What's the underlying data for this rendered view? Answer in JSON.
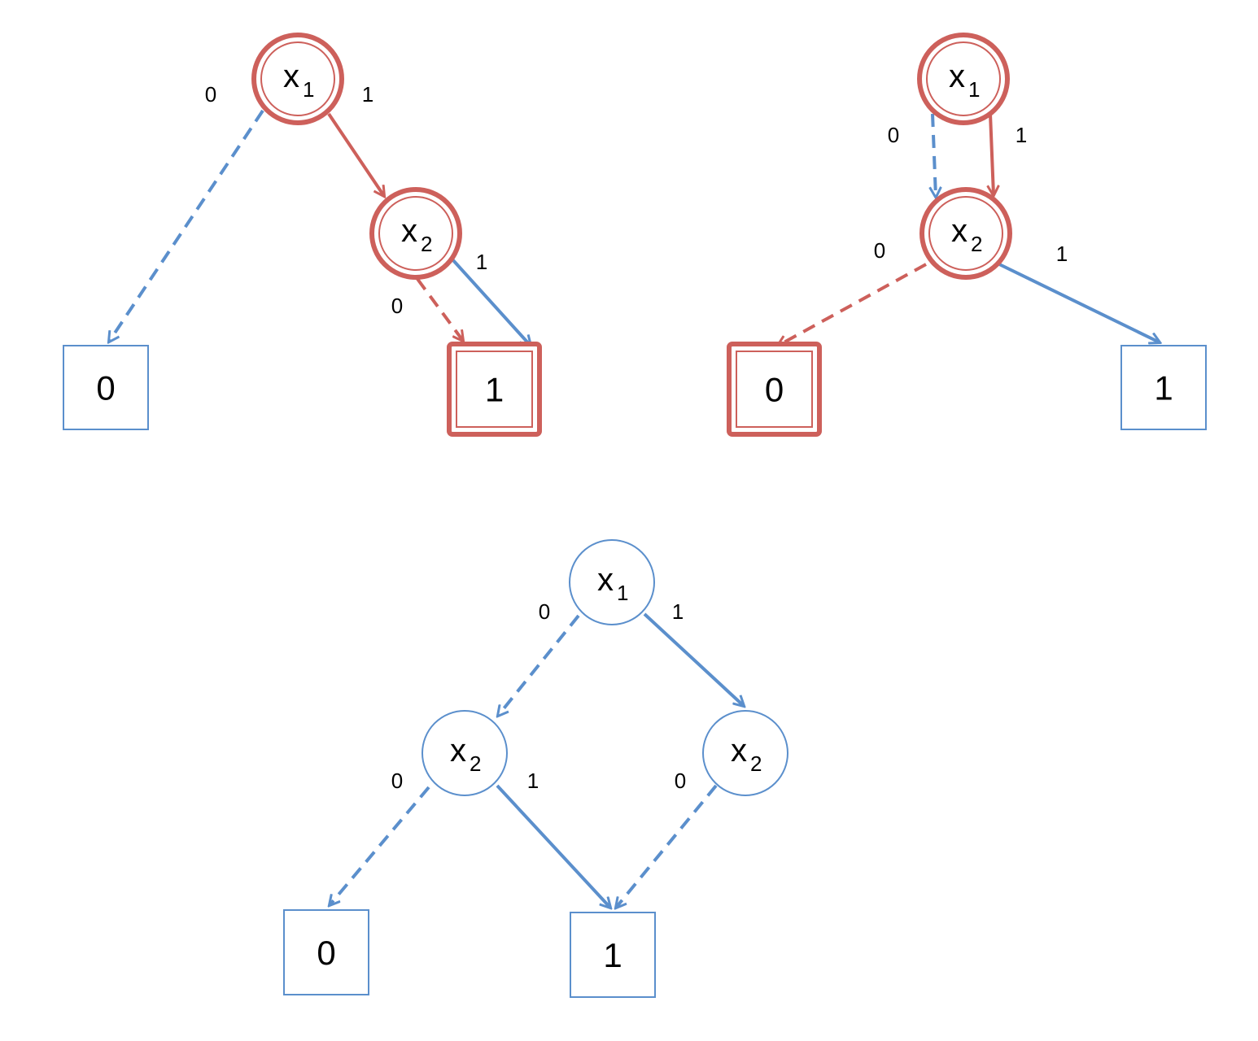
{
  "colors": {
    "blue": "#5b8fcc",
    "red": "#cd605b",
    "text": "#000000",
    "background": "#ffffff"
  },
  "diagrams": [
    {
      "id": "top-left",
      "nodes": [
        {
          "id": "tl-x1",
          "kind": "var",
          "var": "x",
          "sub": "1",
          "highlight": true
        },
        {
          "id": "tl-x2",
          "kind": "var",
          "var": "x",
          "sub": "2",
          "highlight": true
        },
        {
          "id": "tl-t0",
          "kind": "terminal",
          "label": "0",
          "highlight": false
        },
        {
          "id": "tl-t1",
          "kind": "terminal",
          "label": "1",
          "highlight": true
        }
      ],
      "edges": [
        {
          "from": "tl-x1",
          "to": "tl-t0",
          "style": "dashed",
          "color": "blue",
          "label": "0"
        },
        {
          "from": "tl-x1",
          "to": "tl-x2",
          "style": "solid",
          "color": "red",
          "label": "1"
        },
        {
          "from": "tl-x2",
          "to": "tl-t1",
          "style": "dashed",
          "color": "red",
          "label": "0"
        },
        {
          "from": "tl-x2",
          "to": "tl-t1",
          "style": "solid",
          "color": "blue",
          "label": "1"
        }
      ]
    },
    {
      "id": "top-right",
      "nodes": [
        {
          "id": "tr-x1",
          "kind": "var",
          "var": "x",
          "sub": "1",
          "highlight": true
        },
        {
          "id": "tr-x2",
          "kind": "var",
          "var": "x",
          "sub": "2",
          "highlight": true
        },
        {
          "id": "tr-t0",
          "kind": "terminal",
          "label": "0",
          "highlight": true
        },
        {
          "id": "tr-t1",
          "kind": "terminal",
          "label": "1",
          "highlight": false
        }
      ],
      "edges": [
        {
          "from": "tr-x1",
          "to": "tr-x2",
          "style": "dashed",
          "color": "blue",
          "label": "0"
        },
        {
          "from": "tr-x1",
          "to": "tr-x2",
          "style": "solid",
          "color": "red",
          "label": "1"
        },
        {
          "from": "tr-x2",
          "to": "tr-t0",
          "style": "dashed",
          "color": "red",
          "label": "0"
        },
        {
          "from": "tr-x2",
          "to": "tr-t1",
          "style": "solid",
          "color": "blue",
          "label": "1"
        }
      ]
    },
    {
      "id": "bottom",
      "nodes": [
        {
          "id": "b-x1",
          "kind": "var",
          "var": "x",
          "sub": "1",
          "highlight": false
        },
        {
          "id": "b-x2a",
          "kind": "var",
          "var": "x",
          "sub": "2",
          "highlight": false
        },
        {
          "id": "b-x2b",
          "kind": "var",
          "var": "x",
          "sub": "2",
          "highlight": false
        },
        {
          "id": "b-t0",
          "kind": "terminal",
          "label": "0",
          "highlight": false
        },
        {
          "id": "b-t1",
          "kind": "terminal",
          "label": "1",
          "highlight": false
        }
      ],
      "edges": [
        {
          "from": "b-x1",
          "to": "b-x2a",
          "style": "dashed",
          "color": "blue",
          "label": "0"
        },
        {
          "from": "b-x1",
          "to": "b-x2b",
          "style": "solid",
          "color": "blue",
          "label": "1"
        },
        {
          "from": "b-x2a",
          "to": "b-t0",
          "style": "dashed",
          "color": "blue",
          "label": "0"
        },
        {
          "from": "b-x2a",
          "to": "b-t1",
          "style": "solid",
          "color": "blue",
          "label": "1"
        },
        {
          "from": "b-x2b",
          "to": "b-t1",
          "style": "dashed",
          "color": "blue",
          "label": "0"
        }
      ]
    }
  ]
}
